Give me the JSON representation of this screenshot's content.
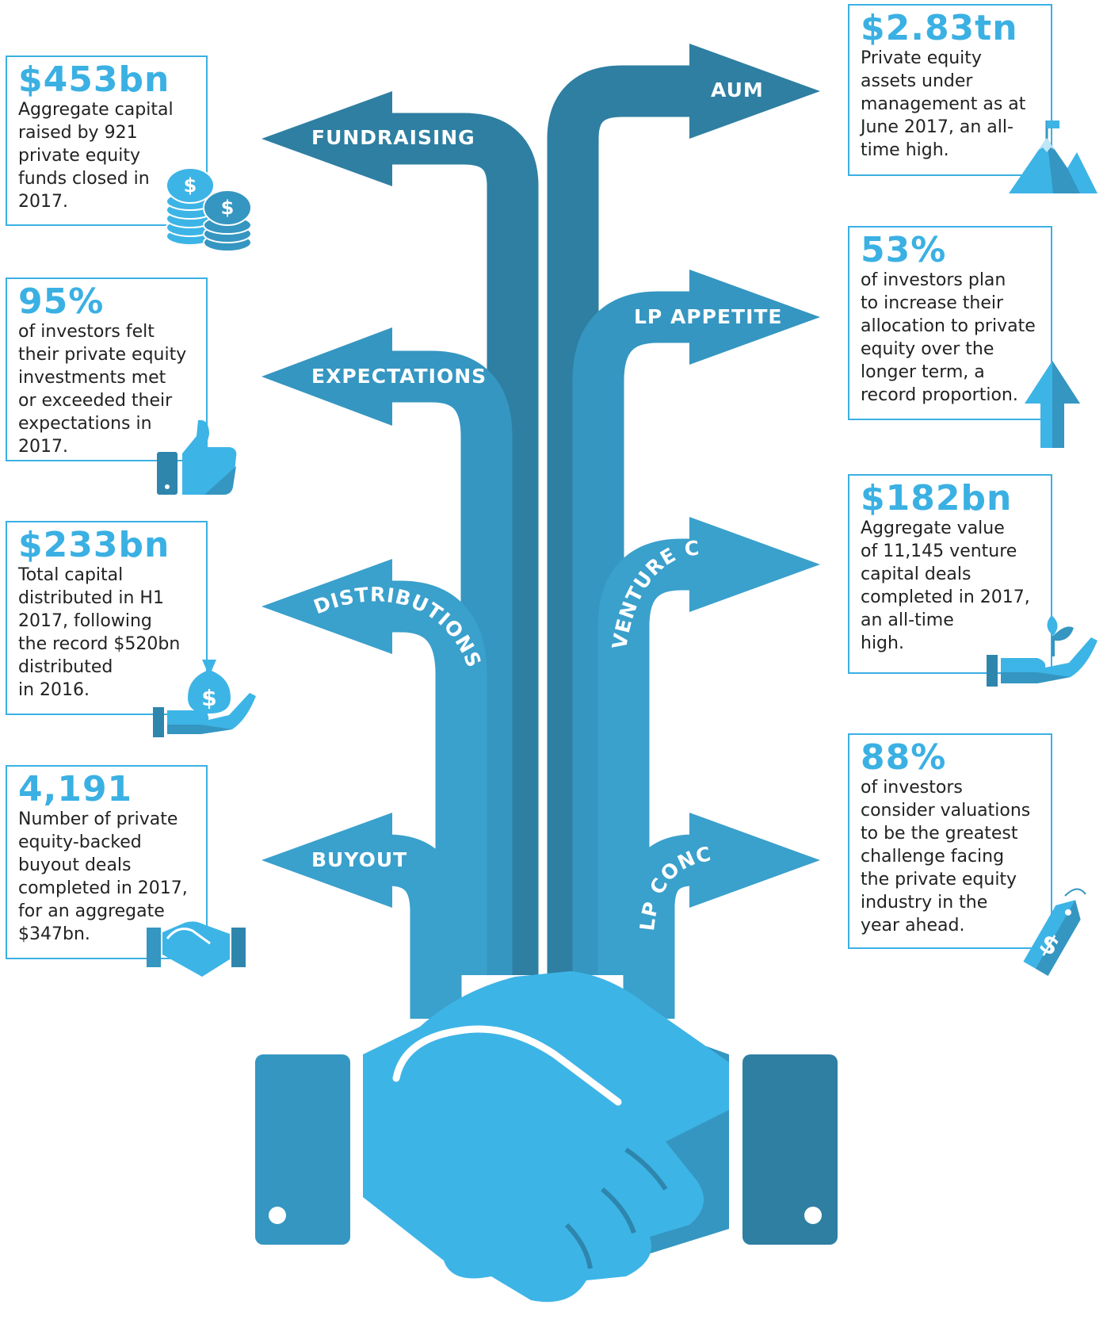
{
  "colors": {
    "accent": "#3bb0e3",
    "arrow_light": "#3aa0cc",
    "arrow_dark": "#2e7fa2",
    "hand_light": "#3db4e6",
    "hand_dark": "#2e86ad",
    "text": "#222222"
  },
  "arrows": {
    "left": [
      {
        "label": "FUNDRAISING"
      },
      {
        "label": "EXPECTATIONS"
      },
      {
        "label": "DISTRIBUTIONS"
      },
      {
        "label": "BUYOUT"
      }
    ],
    "right": [
      {
        "label": "AUM"
      },
      {
        "label": "LP APPETITE"
      },
      {
        "label": "VENTURE CAPITAL"
      },
      {
        "label": "LP CONCERNS"
      }
    ]
  },
  "stats": {
    "left": [
      {
        "value": "$453bn",
        "description": "Aggregate capital\nraised by 921\nprivate equity\nfunds closed in\n2017.",
        "icon": "coins-icon"
      },
      {
        "value": "95%",
        "description": "of investors felt\ntheir private equity\ninvestments met\nor exceeded their\nexpectations in\n2017.",
        "icon": "thumbs-up-icon"
      },
      {
        "value": "$233bn",
        "description": "Total capital\ndistributed in H1\n2017, following\nthe record $520bn\ndistributed\nin 2016.",
        "icon": "money-bag-hand-icon"
      },
      {
        "value": "4,191",
        "description": "Number of private\nequity-backed\nbuyout deals\ncompleted in 2017,\nfor an aggregate\n$347bn.",
        "icon": "handshake-icon"
      }
    ],
    "right": [
      {
        "value": "$2.83tn",
        "description": "Private equity\nassets under\nmanagement as at\nJune 2017, an all-\ntime high.",
        "icon": "mountain-flag-icon"
      },
      {
        "value": "53%",
        "description": "of investors plan\nto increase their\nallocation to private\nequity over the\nlonger term, a\nrecord proportion.",
        "icon": "up-arrow-icon"
      },
      {
        "value": "$182bn",
        "description": "Aggregate value\nof 11,145 venture\ncapital deals\ncompleted in 2017,\nan all-time\nhigh.",
        "icon": "sprout-hand-icon"
      },
      {
        "value": "88%",
        "description": "of investors\nconsider valuations\nto be the greatest\nchallenge facing\nthe private equity\nindustry in the\nyear ahead.",
        "icon": "price-tag-icon"
      }
    ]
  }
}
